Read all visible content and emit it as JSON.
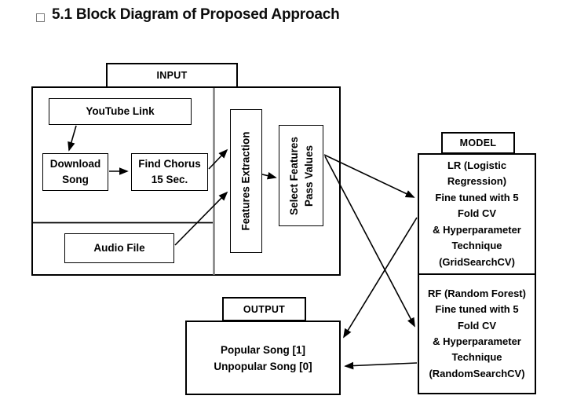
{
  "title": {
    "bullet_icon": "square-outline-bullet",
    "text": "5.1 Block Diagram of Proposed Approach"
  },
  "input": {
    "label": "INPUT",
    "youtube_link": "YouTube Link",
    "download_song": [
      "Download",
      "Song"
    ],
    "find_chorus": [
      "Find Chorus",
      "15 Sec."
    ],
    "audio_file": "Audio File"
  },
  "pipeline": {
    "features_extraction": "Features Extraction",
    "select_features": [
      "Select Features",
      "Pass Values"
    ]
  },
  "output": {
    "label": "OUTPUT",
    "lines": [
      "Popular Song [1]",
      "Unpopular Song [0]"
    ]
  },
  "model": {
    "label": "MODEL",
    "lr_lines": [
      "LR (Logistic",
      "Regression)",
      "Fine tuned with 5",
      "Fold CV",
      "& Hyperparameter",
      "Technique",
      "(GridSearchCV)"
    ],
    "rf_lines": [
      "RF (Random Forest)",
      "Fine tuned with 5",
      "Fold CV",
      "& Hyperparameter",
      "Technique",
      "(RandomSearchCV)"
    ]
  },
  "edges": [
    {
      "from": "youtube-link",
      "to": "download-song"
    },
    {
      "from": "download-song",
      "to": "find-chorus"
    },
    {
      "from": "find-chorus",
      "to": "features-extraction"
    },
    {
      "from": "audio-file",
      "to": "features-extraction"
    },
    {
      "from": "features-extraction",
      "to": "select-features"
    },
    {
      "from": "select-features",
      "to": "lr-model"
    },
    {
      "from": "select-features",
      "to": "rf-model"
    },
    {
      "from": "lr-model",
      "to": "output"
    },
    {
      "from": "rf-model",
      "to": "output"
    }
  ],
  "colors": {
    "line": "#000000",
    "section_divider": "#7a7a7a",
    "background": "#ffffff"
  }
}
